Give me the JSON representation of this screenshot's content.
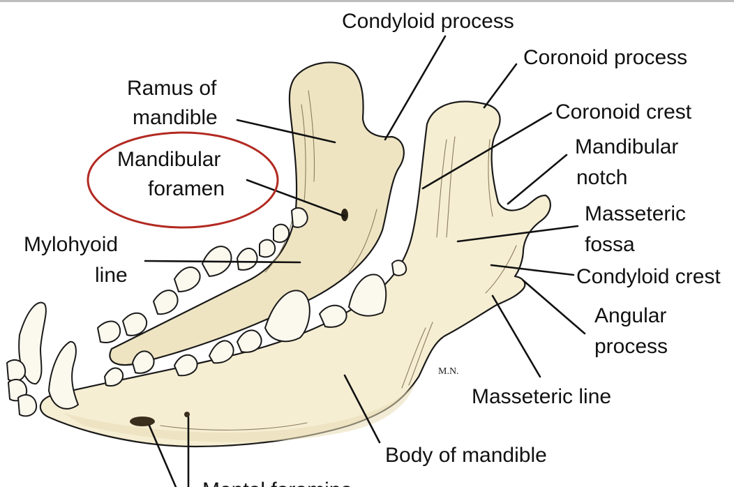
{
  "diagram": {
    "labels": {
      "condyloid_process": "Condyloid process",
      "coronoid_process": "Coronoid process",
      "ramus_line1": "Ramus of",
      "ramus_line2": "mandible",
      "coronoid_crest": "Coronoid crest",
      "mandibular_foramen_line1": "Mandibular",
      "mandibular_foramen_line2": "foramen",
      "mandibular_notch_line1": "Mandibular",
      "mandibular_notch_line2": "notch",
      "masseteric_fossa_line1": "Masseteric",
      "masseteric_fossa_line2": "fossa",
      "mylohyoid_line1": "Mylohyoid",
      "mylohyoid_line2": "line",
      "condyloid_crest": "Condyloid crest",
      "angular_process_line1": "Angular",
      "angular_process_line2": "process",
      "masseteric_line": "Masseteric line",
      "body_of_mandible": "Body of mandible",
      "mental_foramina": "Mental foramina",
      "signature": "M.N."
    },
    "colors": {
      "bone_fill": "#f6eed3",
      "bone_shadow": "#e8dcb6",
      "tooth_fill": "#fbf8ee",
      "highlight_ellipse": "#b22a22",
      "text": "#111111"
    },
    "highlighted_label": "Mandibular foramen"
  }
}
